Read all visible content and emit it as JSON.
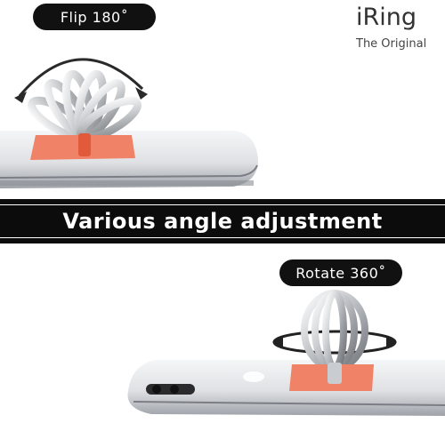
{
  "labels": {
    "flip": "Flip 180˚",
    "rotate": "Rotate 360˚",
    "brand": "iRing",
    "tagline": "The Original",
    "banner": "Various angle adjustment"
  },
  "icons": [
    "flip-arrow-icon",
    "rotate-arrow-icon"
  ],
  "colors": {
    "band": "#0c0c0c",
    "pill": "#111111",
    "plate": "#f08268",
    "phone": "#e6e7e9"
  }
}
